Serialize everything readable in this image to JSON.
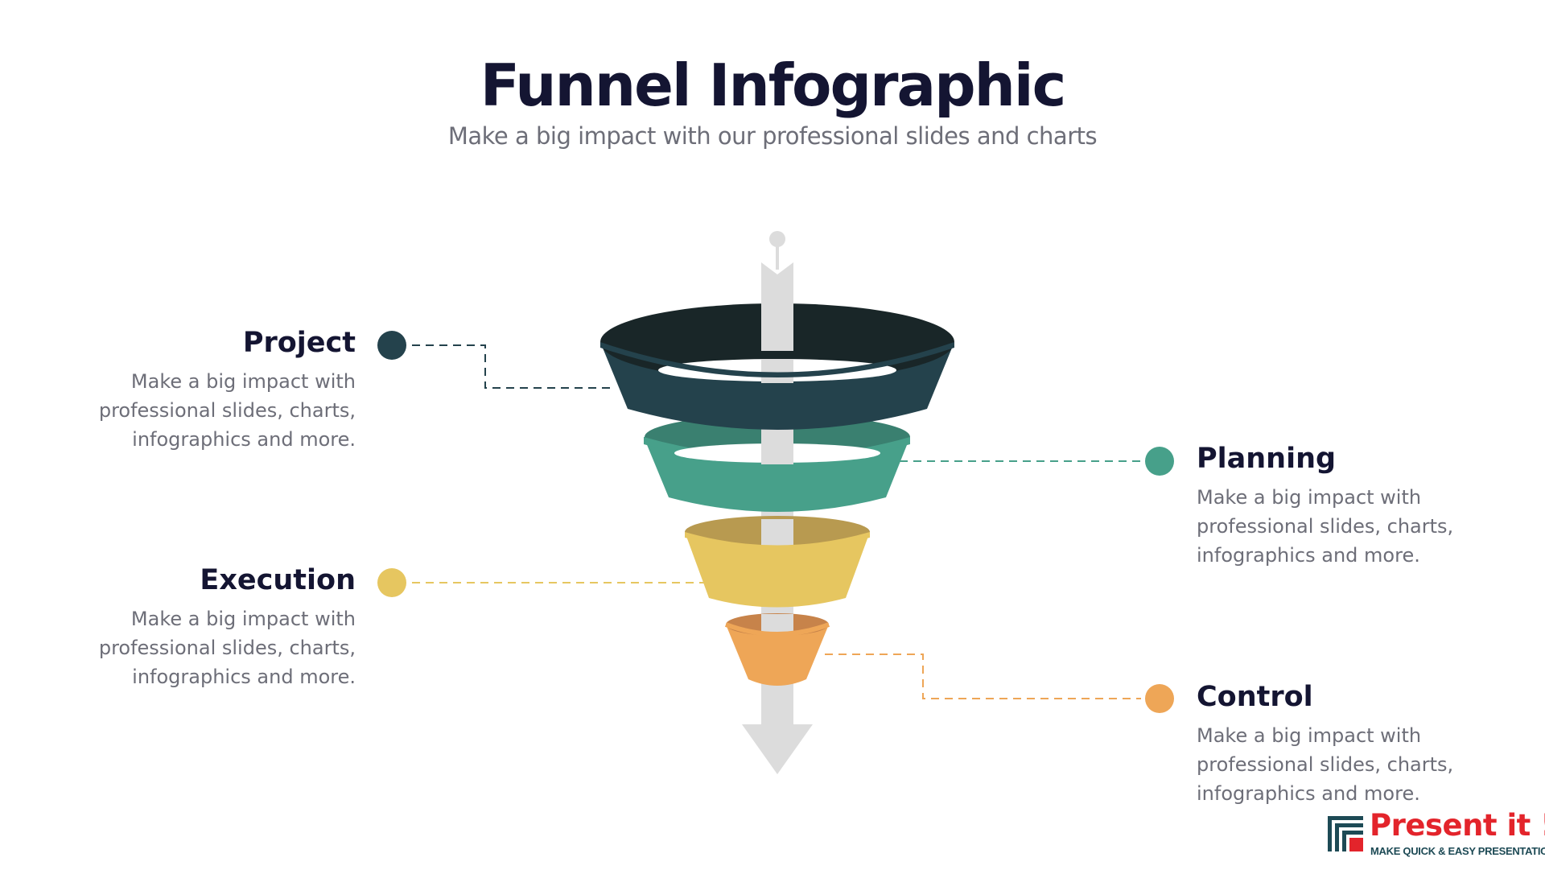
{
  "header": {
    "title": "Funnel Infographic",
    "subtitle": "Make a big impact with our professional slides and charts"
  },
  "stages": [
    {
      "title": "Project",
      "description_lines": [
        "Make a big impact with",
        "professional slides, charts,",
        "infographics and more."
      ],
      "color": "#24424c"
    },
    {
      "title": "Planning",
      "description_lines": [
        "Make a big impact with",
        "professional slides, charts,",
        "infographics and more."
      ],
      "color": "#47a08a"
    },
    {
      "title": "Execution",
      "description_lines": [
        "Make a big impact with",
        "professional slides, charts,",
        "infographics and more."
      ],
      "color": "#e6c660"
    },
    {
      "title": "Control",
      "description_lines": [
        "Make a big impact with",
        "professional slides, charts,",
        "infographics and more."
      ],
      "color": "#eea657"
    }
  ],
  "logo": {
    "name": "Present it !",
    "tagline": "MAKE QUICK & EASY PRESENTATIONS",
    "icon": "bars-icon"
  },
  "colors": {
    "arrow": "#dcdcdc",
    "title": "#141532",
    "text": "#6d6e78",
    "logo_red": "#e3242b",
    "logo_teal": "#1d4a55"
  }
}
